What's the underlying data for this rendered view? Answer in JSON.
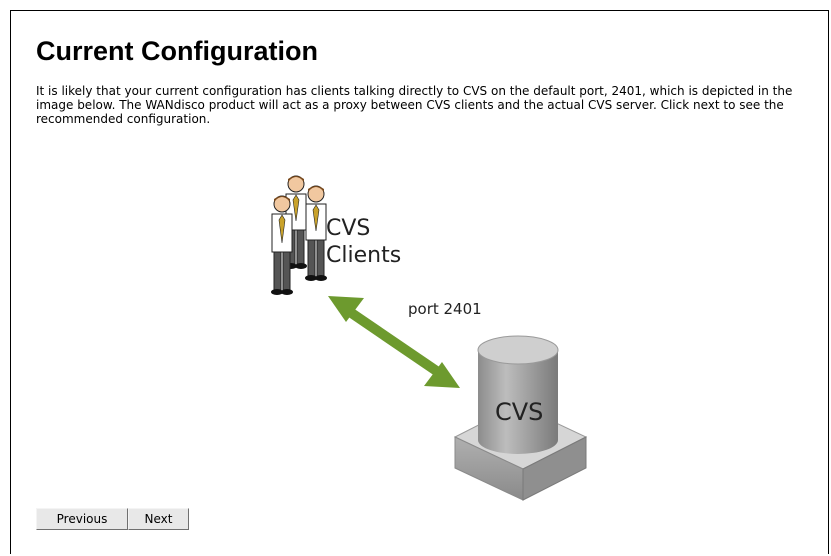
{
  "page": {
    "title": "Current Configuration",
    "description": "It is likely that your current configuration has clients talking directly to CVS on the default port, 2401, which is depicted in the image below. The WANdisco product will act as a proxy between CVS clients and the actual CVS server. Click next to see the recommended configuration."
  },
  "diagram": {
    "clients_label_line1": "CVS",
    "clients_label_line2": "Clients",
    "connection_label": "port 2401",
    "server_label": "CVS",
    "arrow_color": "#6d9a2e",
    "server_color": "#a8a8a8"
  },
  "buttons": {
    "previous": "Previous",
    "next": "Next"
  }
}
